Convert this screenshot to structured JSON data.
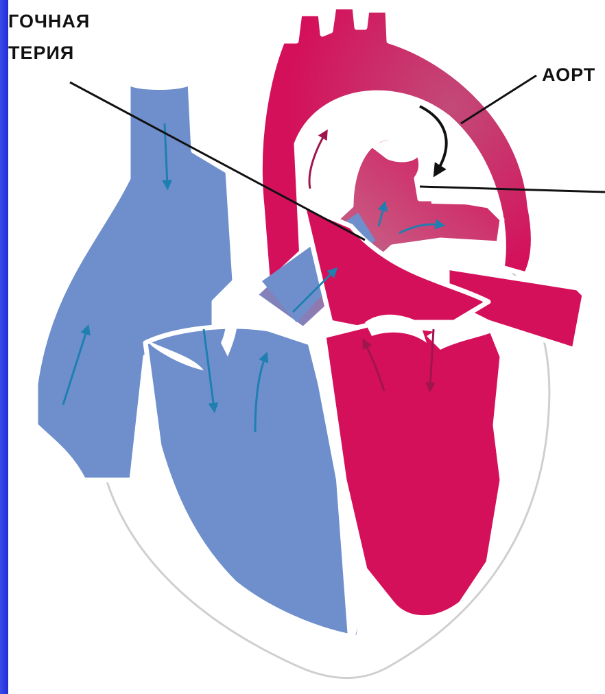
{
  "labels": {
    "pulmonary_line1": "ГОЧНАЯ",
    "pulmonary_line2": "ТЕРИЯ",
    "aorta": "АОРТ"
  },
  "colors": {
    "slide_background": "#1a22d8",
    "deoxygenated_blood": "#6e8fcc",
    "oxygenated_blood": "#d4105a",
    "mixed_blood": "#c9537e",
    "flow_arrows": "#1e7fb0",
    "outline": "#ffffff",
    "pointer_lines": "#111111"
  },
  "icons": {
    "flow_arrow": "arrow-icon",
    "shunt_arrow": "curved-arrow-icon"
  }
}
